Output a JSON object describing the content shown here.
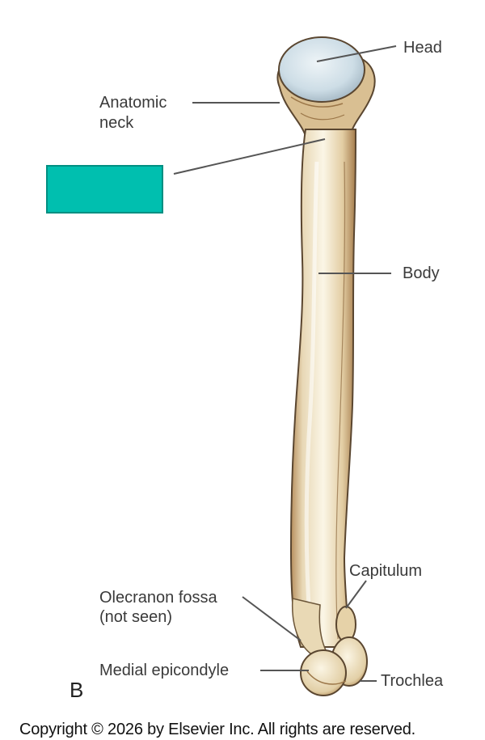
{
  "labels": {
    "head": "Head",
    "anatomic_neck_line1": "Anatomic",
    "anatomic_neck_line2": "neck",
    "body": "Body",
    "capitulum": "Capitulum",
    "olecranon_fossa_line1": "Olecranon fossa",
    "olecranon_fossa_line2": "(not seen)",
    "medial_epicondyle": "Medial epicondyle",
    "trochlea": "Trochlea"
  },
  "view_letter": "B",
  "copyright": "Copyright © 2026 by Elsevier Inc. All rights are reserved.",
  "hidden_label_box": {
    "color": "#00bfaf"
  },
  "colors": {
    "bone_fill": "#f3ead3",
    "bone_shade": "#c9a87a",
    "bone_outline": "#5a4630",
    "articular_cartilage": "#d3e2ea",
    "leader_line": "#555555"
  }
}
